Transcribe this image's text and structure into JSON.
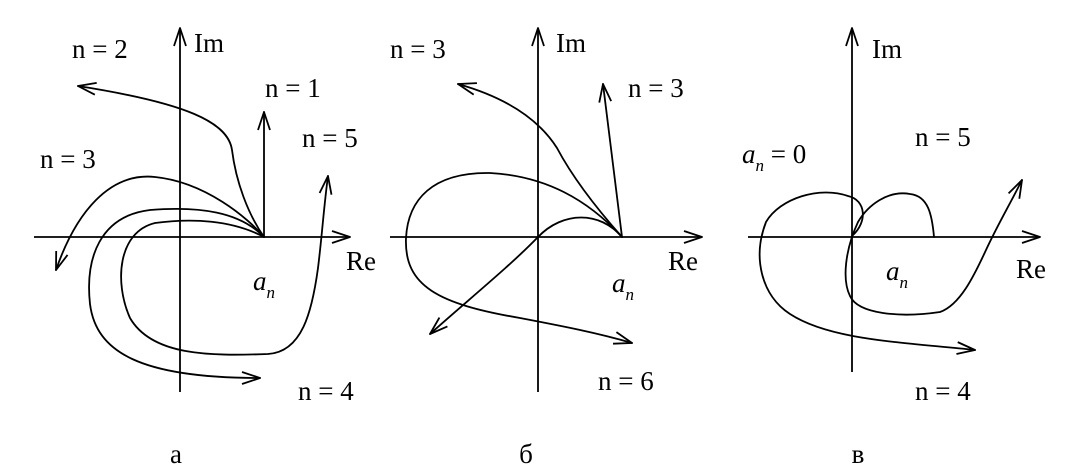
{
  "axes": {
    "re": "Re",
    "im": "Im"
  },
  "panels": [
    {
      "caption": "а",
      "point_label": {
        "base": "a",
        "sub": "n"
      },
      "curve_labels": [
        "n = 2",
        "n = 1",
        "n = 3",
        "n = 5",
        "n = 4"
      ]
    },
    {
      "caption": "б",
      "point_label": {
        "base": "a",
        "sub": "n"
      },
      "curve_labels": [
        "n = 3",
        "n = 3",
        "n = 6"
      ]
    },
    {
      "caption": "в",
      "point_label": {
        "base": "a",
        "sub": "n"
      },
      "zero_label": {
        "base": "a",
        "sub": "n",
        "rest": " = 0"
      },
      "curve_labels": [
        "n = 5",
        "n = 4"
      ]
    }
  ]
}
